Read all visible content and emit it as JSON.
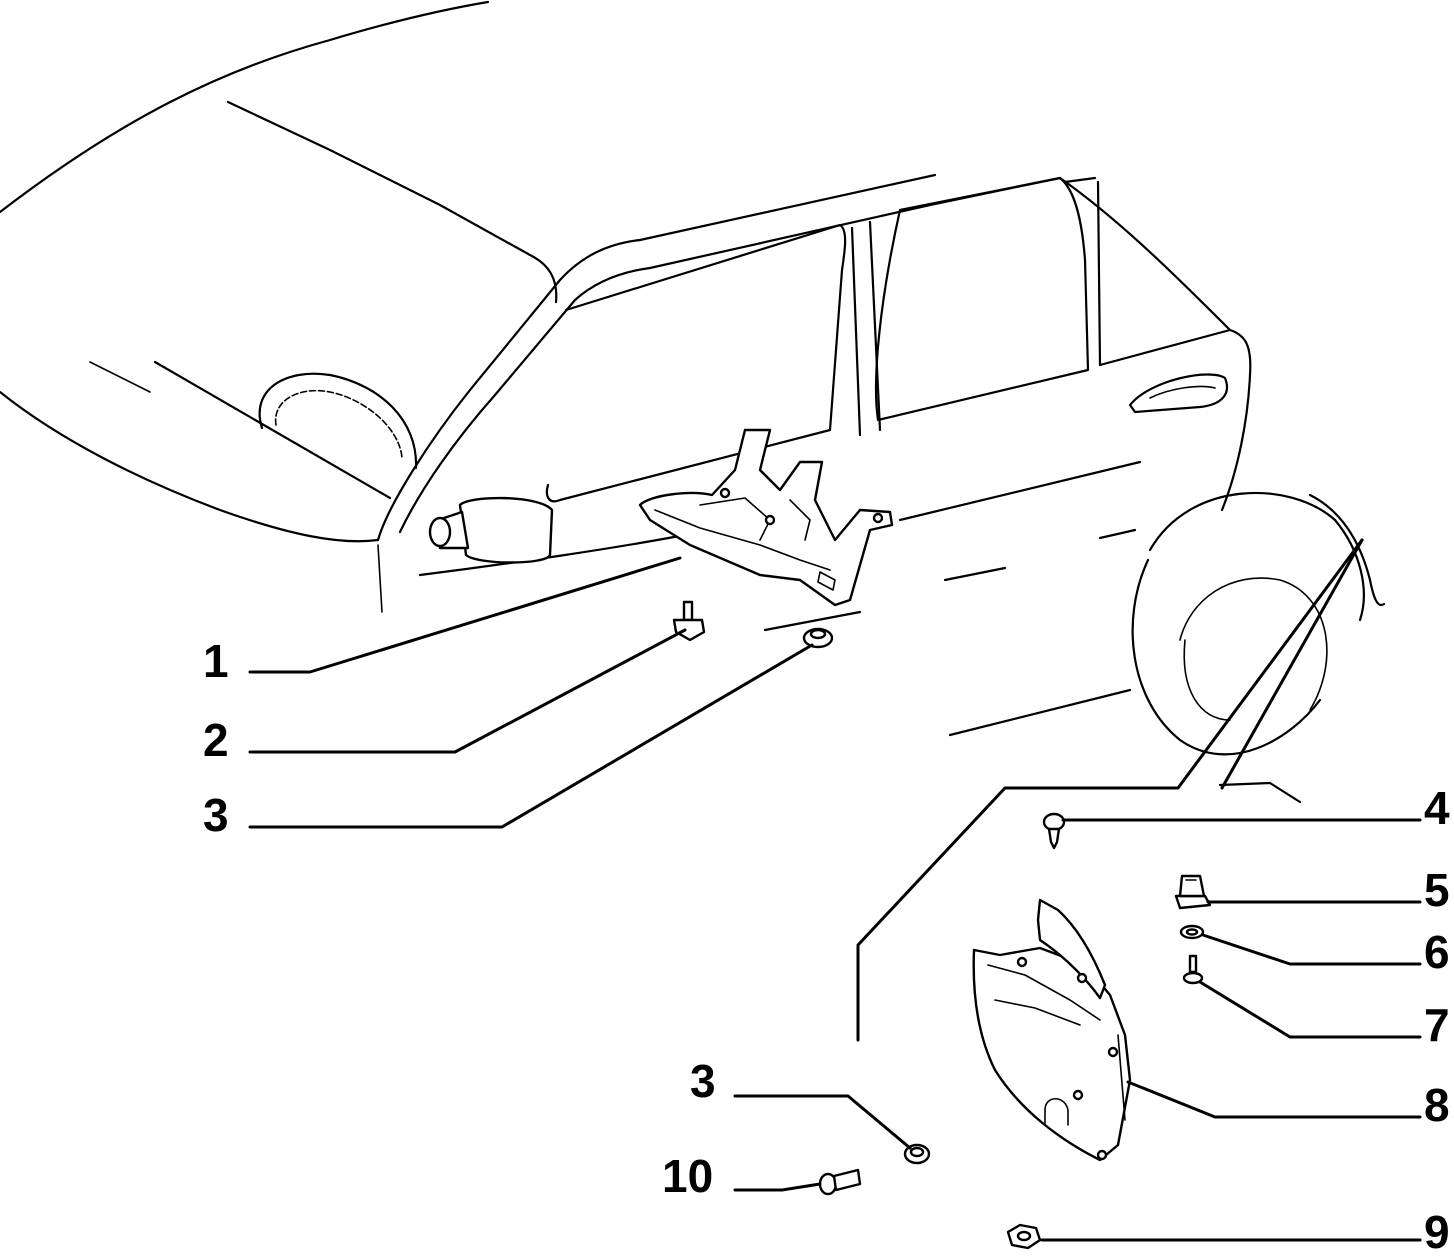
{
  "callouts": [
    {
      "id": "c1",
      "label": "1"
    },
    {
      "id": "c2",
      "label": "2"
    },
    {
      "id": "c3a",
      "label": "3"
    },
    {
      "id": "c4",
      "label": "4"
    },
    {
      "id": "c5",
      "label": "5"
    },
    {
      "id": "c6",
      "label": "6"
    },
    {
      "id": "c7",
      "label": "7"
    },
    {
      "id": "c8",
      "label": "8"
    },
    {
      "id": "c3b",
      "label": "3"
    },
    {
      "id": "c10",
      "label": "10"
    },
    {
      "id": "c9",
      "label": "9"
    }
  ]
}
